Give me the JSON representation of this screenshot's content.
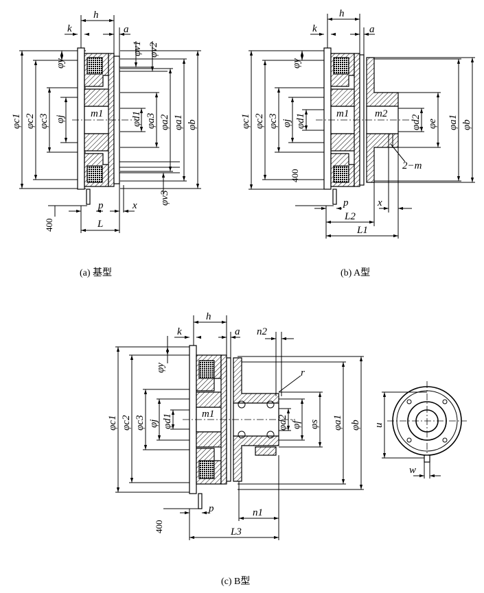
{
  "figures": [
    {
      "caption": "(a) 基型",
      "labels": {
        "h": "h",
        "k": "k",
        "a": "a",
        "y": "φy",
        "c1": "φc1",
        "c2": "φc2",
        "c3": "φc3",
        "j": "φj",
        "m1": "m1",
        "d1": "φd1",
        "a3": "φa3",
        "a2": "φa2",
        "a1": "φa1",
        "b": "φb",
        "v1": "φv1",
        "v2": "φv2",
        "v3": "φv3",
        "n400": "400",
        "p": "p",
        "x": "x",
        "L": "L"
      }
    },
    {
      "caption": "(b) A型",
      "labels": {
        "h": "h",
        "k": "k",
        "a": "a",
        "y": "φy",
        "c1": "φc1",
        "c2": "φc2",
        "c3": "φc3",
        "j": "φj",
        "d1": "φd1",
        "m1": "m1",
        "m2": "m2",
        "d2": "φd2",
        "e": "φe",
        "a1": "φa1",
        "b": "φb",
        "m2dash": "2−m",
        "n400": "400",
        "p": "p",
        "L2": "L2",
        "x": "x",
        "L1": "L1"
      }
    },
    {
      "caption": "(c) B型",
      "labels": {
        "h": "h",
        "k": "k",
        "a": "a",
        "n2": "n2",
        "y": "φy",
        "c1": "φc1",
        "c2": "φc2",
        "c3": "φc3",
        "j": "φj",
        "d1": "φd1",
        "m1": "m1",
        "d2": "φd2",
        "f": "φf",
        "s": "φs",
        "a1": "φa1",
        "b": "φb",
        "r": "r",
        "n400": "400",
        "p": "p",
        "n1": "n1",
        "L3": "L3",
        "u": "u",
        "w": "w"
      }
    }
  ]
}
